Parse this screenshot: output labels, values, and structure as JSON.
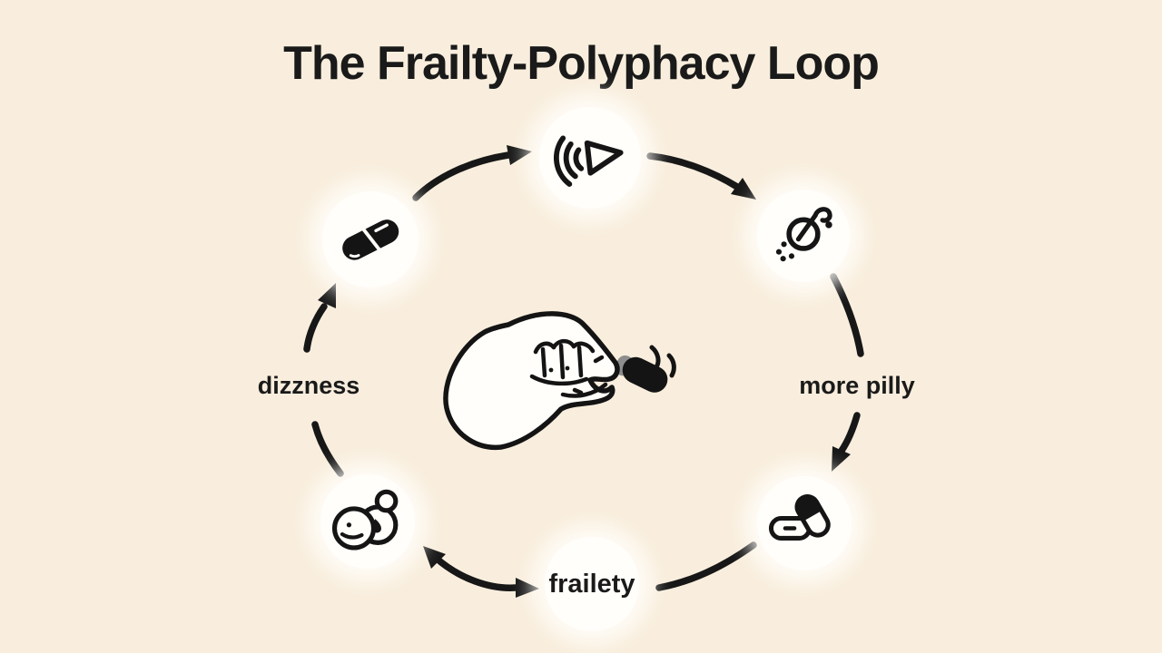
{
  "title": "The Frailty-Polyphacy Loop",
  "colors": {
    "background": "#F9EEDD",
    "node_fill": "#FFFEFA",
    "ink": "#1A1A1A",
    "pill_grip_grey": "#8E8E8E"
  },
  "diagram": {
    "type": "circular-loop",
    "direction": "clockwise",
    "labels": {
      "left": "dizzness",
      "right": "more pilly",
      "bottom": "frailety"
    },
    "nodes": [
      {
        "position": "upper-left",
        "icon": "black-capsule-icon"
      },
      {
        "position": "top",
        "icon": "sound-cone-icon"
      },
      {
        "position": "upper-right",
        "icon": "circle-hook-dots-icon"
      },
      {
        "position": "right",
        "label": "more pilly"
      },
      {
        "position": "lower-right",
        "icon": "two-pills-icon"
      },
      {
        "position": "bottom",
        "label": "frailety"
      },
      {
        "position": "lower-left",
        "icon": "face-bubbles-icon"
      },
      {
        "position": "left",
        "label": "dizzness"
      }
    ],
    "center_illustration": "hand-holding-pill"
  }
}
